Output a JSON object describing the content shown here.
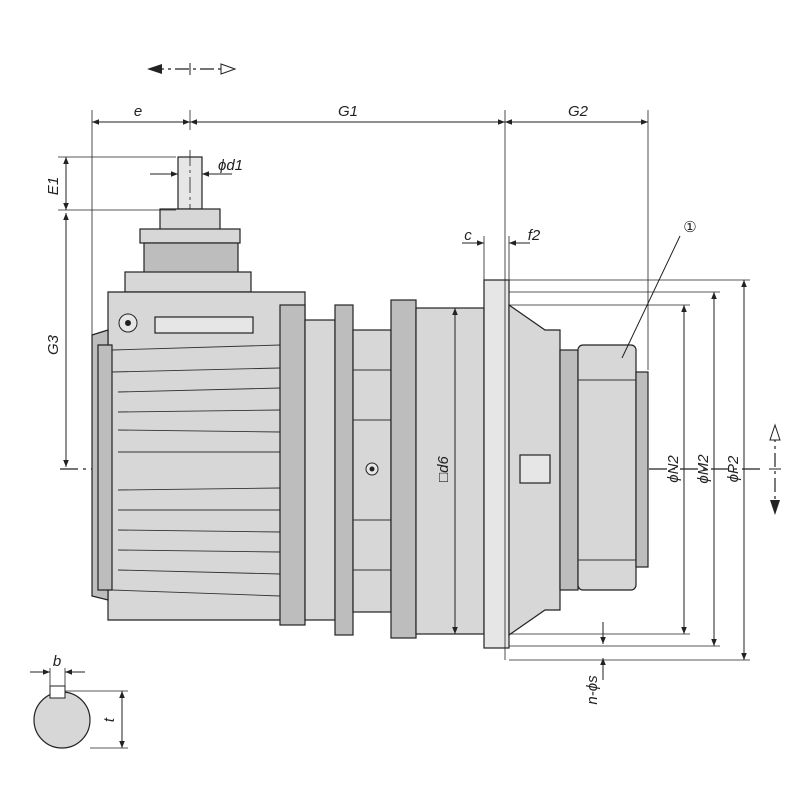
{
  "labels": {
    "e": "e",
    "G1": "G1",
    "G2": "G2",
    "E1": "E1",
    "G3": "G3",
    "d1": "ϕd1",
    "c": "c",
    "f2": "f2",
    "d6": "□d6",
    "N2": "ϕN2",
    "M2": "ϕM2",
    "P2": "ϕP2",
    "ns": "n-ϕs",
    "callout": "①",
    "b": "b",
    "t": "t"
  },
  "colors": {
    "line": "#222222",
    "body": "#d7d7d7",
    "body_dark": "#bdbdbd",
    "body_light": "#e6e6e6",
    "background": "#ffffff"
  }
}
